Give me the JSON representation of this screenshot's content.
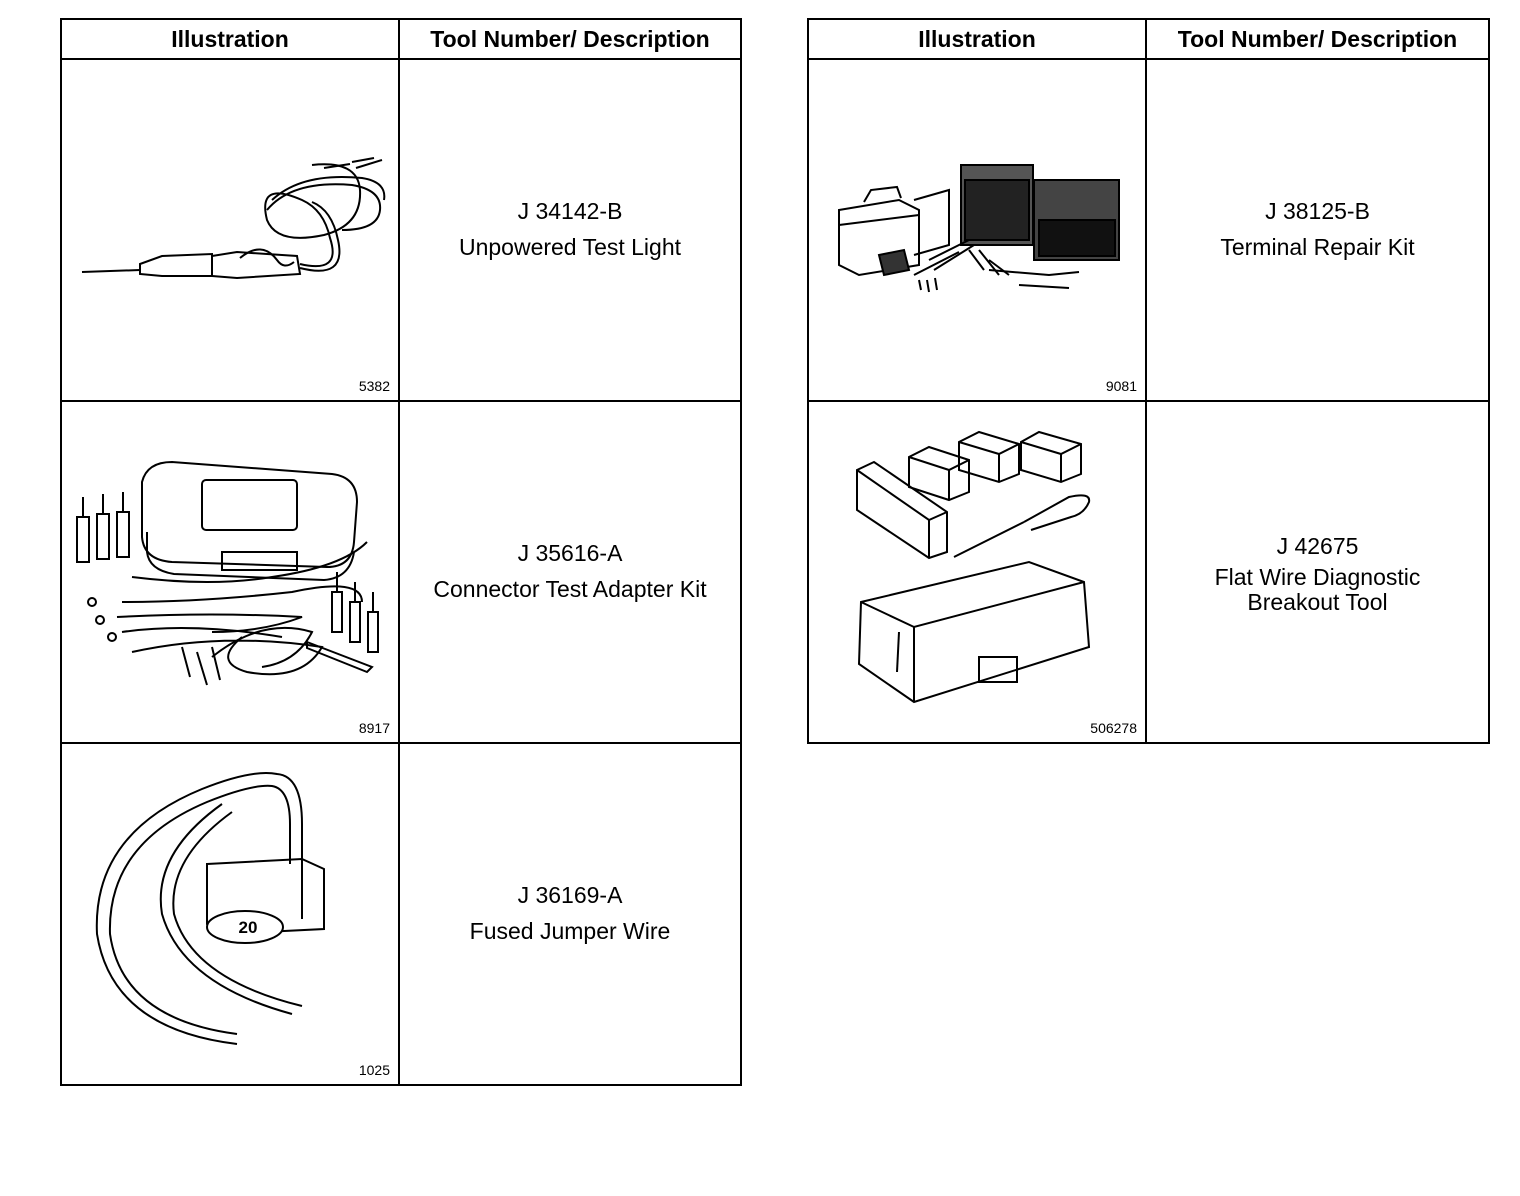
{
  "tables": [
    {
      "headers": {
        "illustration": "Illustration",
        "tool": "Tool Number/ Description"
      },
      "rows": [
        {
          "tool_number": "J 34142-B",
          "description": [
            "Unpowered Test Light"
          ],
          "figure": "5382",
          "icon": "test-light-icon"
        },
        {
          "tool_number": "J 35616-A",
          "description": [
            "Connector Test Adapter Kit"
          ],
          "figure": "8917",
          "icon": "adapter-kit-icon"
        },
        {
          "tool_number": "J 36169-A",
          "description": [
            "Fused Jumper Wire"
          ],
          "figure": "1025",
          "icon": "jumper-wire-icon",
          "fuse_rating": "20"
        }
      ]
    },
    {
      "headers": {
        "illustration": "Illustration",
        "tool": "Tool Number/ Description"
      },
      "rows": [
        {
          "tool_number": "J 38125-B",
          "description": [
            "Terminal Repair Kit"
          ],
          "figure": "9081",
          "icon": "terminal-repair-kit-icon"
        },
        {
          "tool_number": "J 42675",
          "description": [
            "Flat Wire Diagnostic",
            "Breakout Tool"
          ],
          "figure": "506278",
          "icon": "breakout-tool-icon"
        }
      ]
    }
  ]
}
